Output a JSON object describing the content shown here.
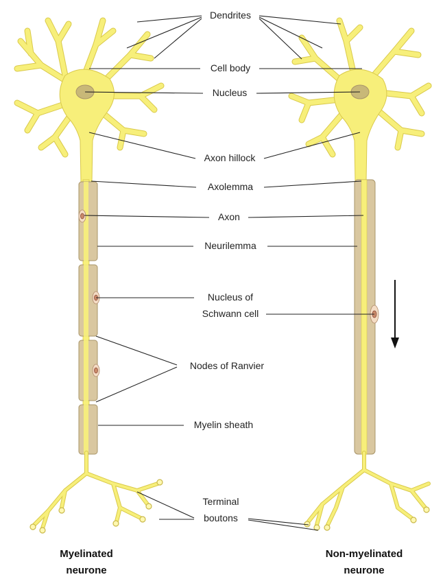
{
  "labels": {
    "dendrites": "Dendrites",
    "cell_body": "Cell body",
    "nucleus": "Nucleus",
    "axon_hillock": "Axon hillock",
    "axolemma": "Axolemma",
    "axon": "Axon",
    "neurilemma": "Neurilemma",
    "nucleus_of_schwann_1": "Nucleus of",
    "nucleus_of_schwann_2": "Schwann cell",
    "nodes_of_ranvier": "Nodes of Ranvier",
    "myelin_sheath": "Myelin sheath",
    "terminal_boutons_1": "Terminal",
    "terminal_boutons_2": "boutons"
  },
  "captions": {
    "myelinated_1": "Myelinated",
    "myelinated_2": "neurone",
    "non_myelinated_1": "Non-myelinated",
    "non_myelinated_2": "neurone"
  },
  "colors": {
    "neuron_fill": "#f7ef7a",
    "sheath_fill": "#d9c7a0",
    "nucleus_fill": "#c8b878"
  },
  "icons": {
    "direction_arrow": "arrow-down-icon"
  }
}
